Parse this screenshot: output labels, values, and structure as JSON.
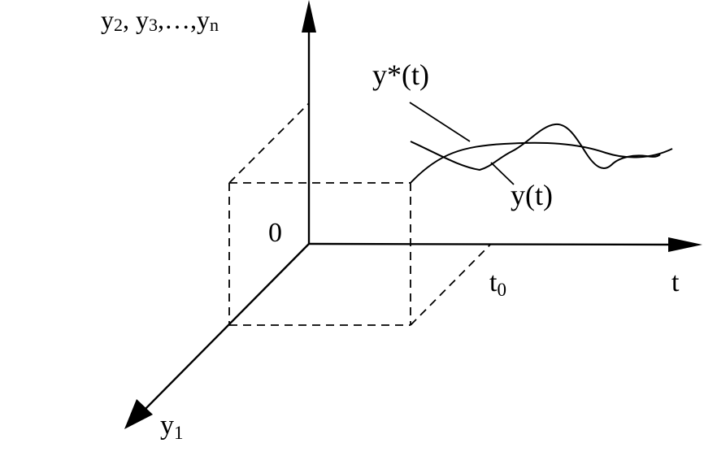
{
  "labels": {
    "y_axis_label": {
      "main": "y",
      "subs": [
        "2",
        "3",
        "n"
      ],
      "sep1": ", ",
      "sep2": ",…,"
    },
    "origin": "0",
    "t_axis": "t",
    "t0_label": {
      "main": "t",
      "sub": "0"
    },
    "y1_label": {
      "main": "y",
      "sub": "1"
    },
    "y_star_t": "y*(t)",
    "y_t": "y(t)"
  },
  "colors": {
    "ink": "#000000",
    "background": "#ffffff"
  }
}
